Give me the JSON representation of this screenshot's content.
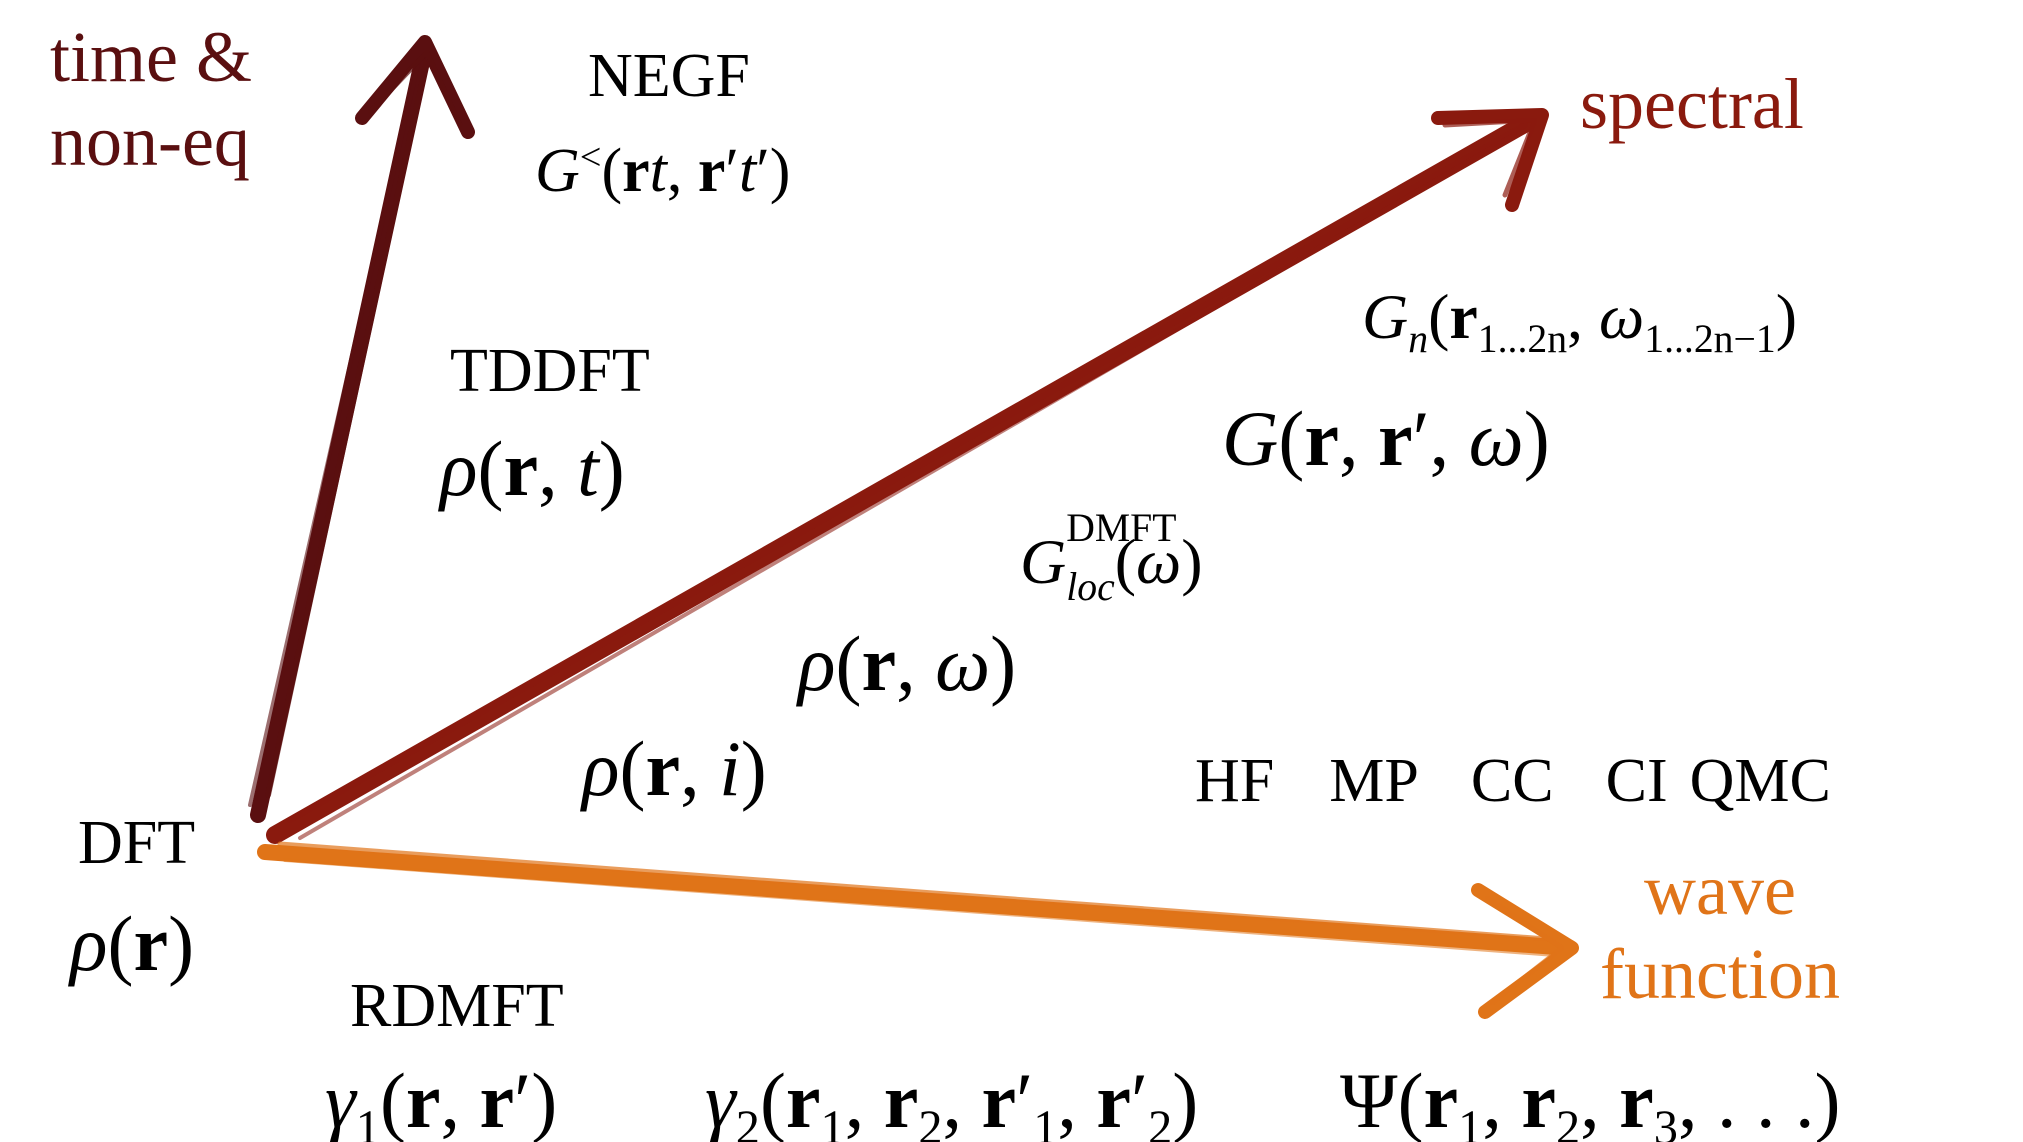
{
  "colors": {
    "time_axis": "#5a0f10",
    "spectral_axis": "#8a1a0e",
    "wave_axis": "#e07418",
    "text": "#000000"
  },
  "axes": {
    "time": [
      "time &",
      "non-eq"
    ],
    "spectral": "spectral",
    "wave": [
      "wave",
      "function"
    ]
  },
  "origin": {
    "method": "DFT",
    "expr_var": "ρ",
    "expr_arg": "r"
  },
  "time_branch": {
    "negf": {
      "method": "NEGF",
      "symbol": "G",
      "superscript": "<"
    },
    "tddft": {
      "method": "TDDFT",
      "expr_var": "ρ",
      "arg_bold": "r",
      "arg_italic": "t"
    }
  },
  "spectral_branch": {
    "rho_i": {
      "var": "ρ",
      "arg_bold": "r",
      "arg_italic": "i"
    },
    "rho_omega": {
      "var": "ρ",
      "arg_bold": "r",
      "arg_italic": "ω"
    },
    "g_loc": {
      "var": "G",
      "sup": "DMFT",
      "sub": "loc",
      "arg": "ω"
    },
    "g_omega": {
      "var": "G",
      "arg_italic": "ω"
    },
    "g_n": {
      "var": "G",
      "index": "n",
      "r_sub": "1...2n",
      "w_sub": "1...2n−1"
    }
  },
  "wave_methods": [
    "HF",
    "MP",
    "CC",
    "CI",
    "QMC"
  ],
  "rdmft": {
    "method": "RDMFT",
    "gamma1": {
      "var": "γ",
      "sub": "1"
    },
    "gamma2": {
      "var": "γ",
      "sub": "2"
    }
  },
  "psi": {
    "var": "Ψ",
    "ellipsis": ". . ."
  }
}
